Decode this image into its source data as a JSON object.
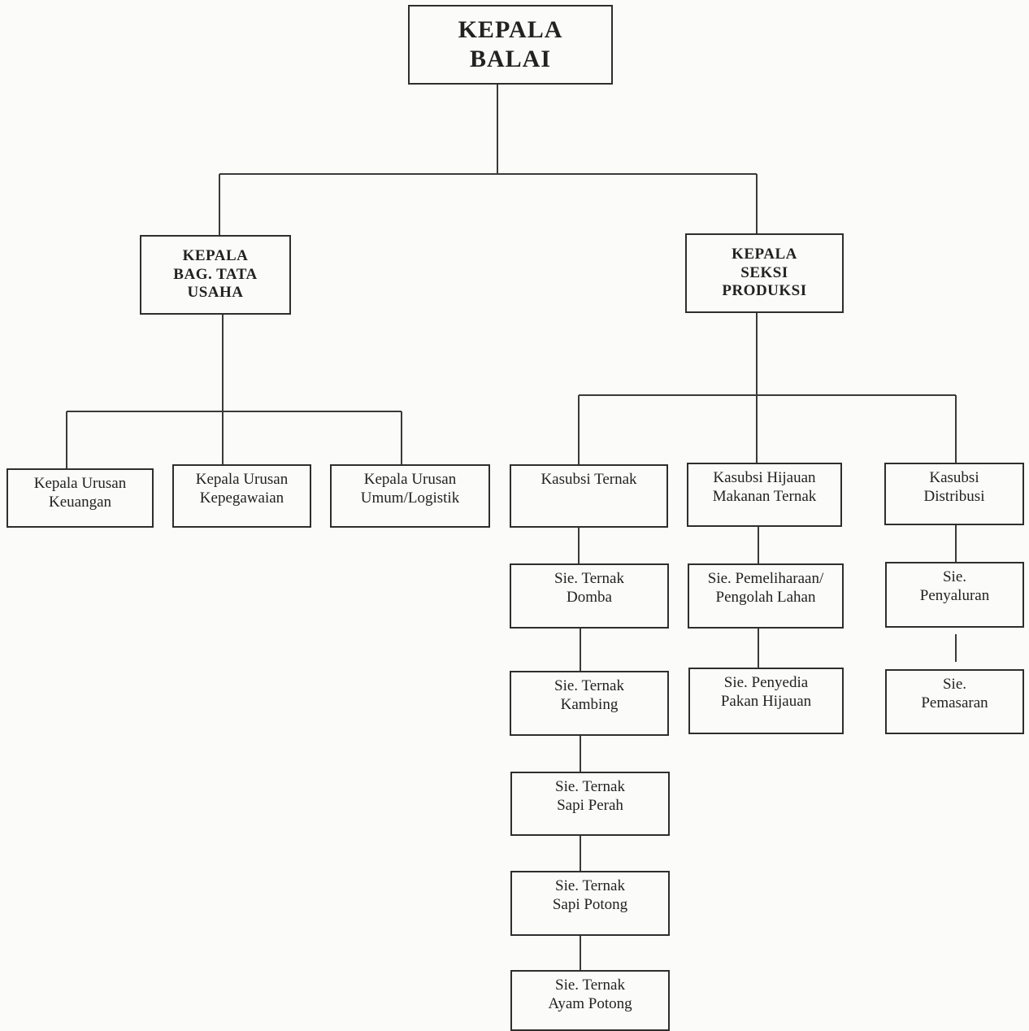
{
  "nodes": {
    "kepala_balai": "KEPALA\nBALAI",
    "kepala_tata_usaha": "KEPALA\nBAG.  TATA\nUSAHA",
    "kepala_seksi_produksi": "KEPALA\nSEKSI\nPRODUKSI",
    "urusan_keuangan": "Kepala Urusan\nKeuangan",
    "urusan_kepegawaian": "Kepala Urusan\nKepegawaian",
    "urusan_umum_logistik": "Kepala Urusan\nUmum/Logistik",
    "kasubsi_ternak": "Kasubsi Ternak",
    "kasubsi_hijauan": "Kasubsi Hijauan\nMakanan Ternak",
    "kasubsi_distribusi": "Kasubsi\nDistribusi",
    "sie_ternak_domba": "Sie. Ternak\nDomba",
    "sie_ternak_kambing": "Sie. Ternak\nKambing",
    "sie_ternak_sapi_perah": "Sie. Ternak\nSapi Perah",
    "sie_ternak_sapi_potong": "Sie. Ternak\nSapi Potong",
    "sie_ternak_ayam_potong": "Sie. Ternak\nAyam Potong",
    "sie_pemeliharaan": "Sie. Pemeliharaan/\nPengolah Lahan",
    "sie_penyedia_pakan": "Sie. Penyedia\nPakan Hijauan",
    "sie_penyaluran": "Sie.\nPenyaluran",
    "sie_pemasaran": "Sie.\nPemasaran"
  }
}
